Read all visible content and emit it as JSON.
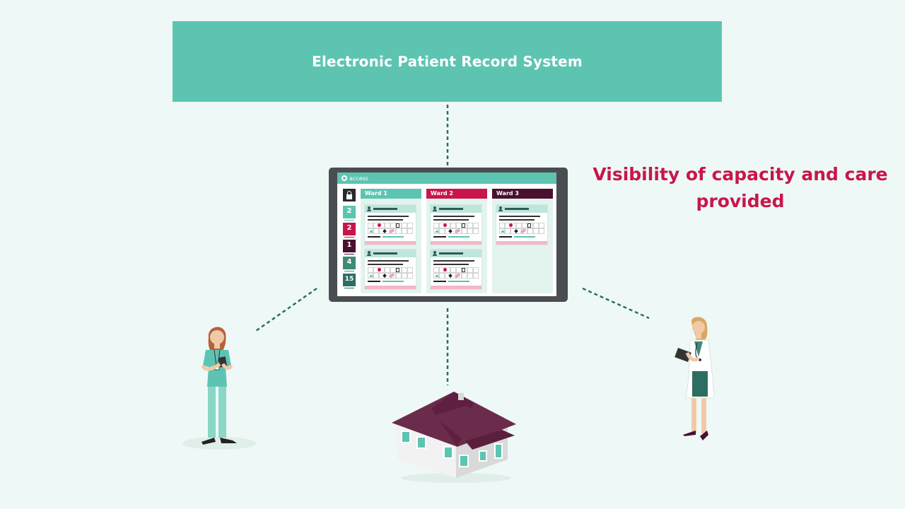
{
  "header": {
    "title": "Electronic Patient Record System"
  },
  "caption": {
    "text": "Visibility of capacity and care provided"
  },
  "tablet": {
    "app_name": "access",
    "sidebar_counts": [
      "2",
      "2",
      "1",
      "4",
      "15"
    ],
    "wards": [
      {
        "label": "Ward 1",
        "color": "#5ec4b2",
        "cards": 2
      },
      {
        "label": "Ward 2",
        "color": "#c8164b",
        "cards": 2
      },
      {
        "label": "Ward 3",
        "color": "#4a1030",
        "cards": 1
      }
    ]
  },
  "colors": {
    "accent": "#5ec4b2",
    "highlight": "#c8164b",
    "dark_plum": "#4a1030",
    "roof": "#6b2b4b",
    "background": "#eef9f7"
  },
  "icons": {
    "nurse": "nurse-figure-icon",
    "doctor": "doctor-figure-icon",
    "home": "house-icon",
    "lock": "lock-icon"
  }
}
